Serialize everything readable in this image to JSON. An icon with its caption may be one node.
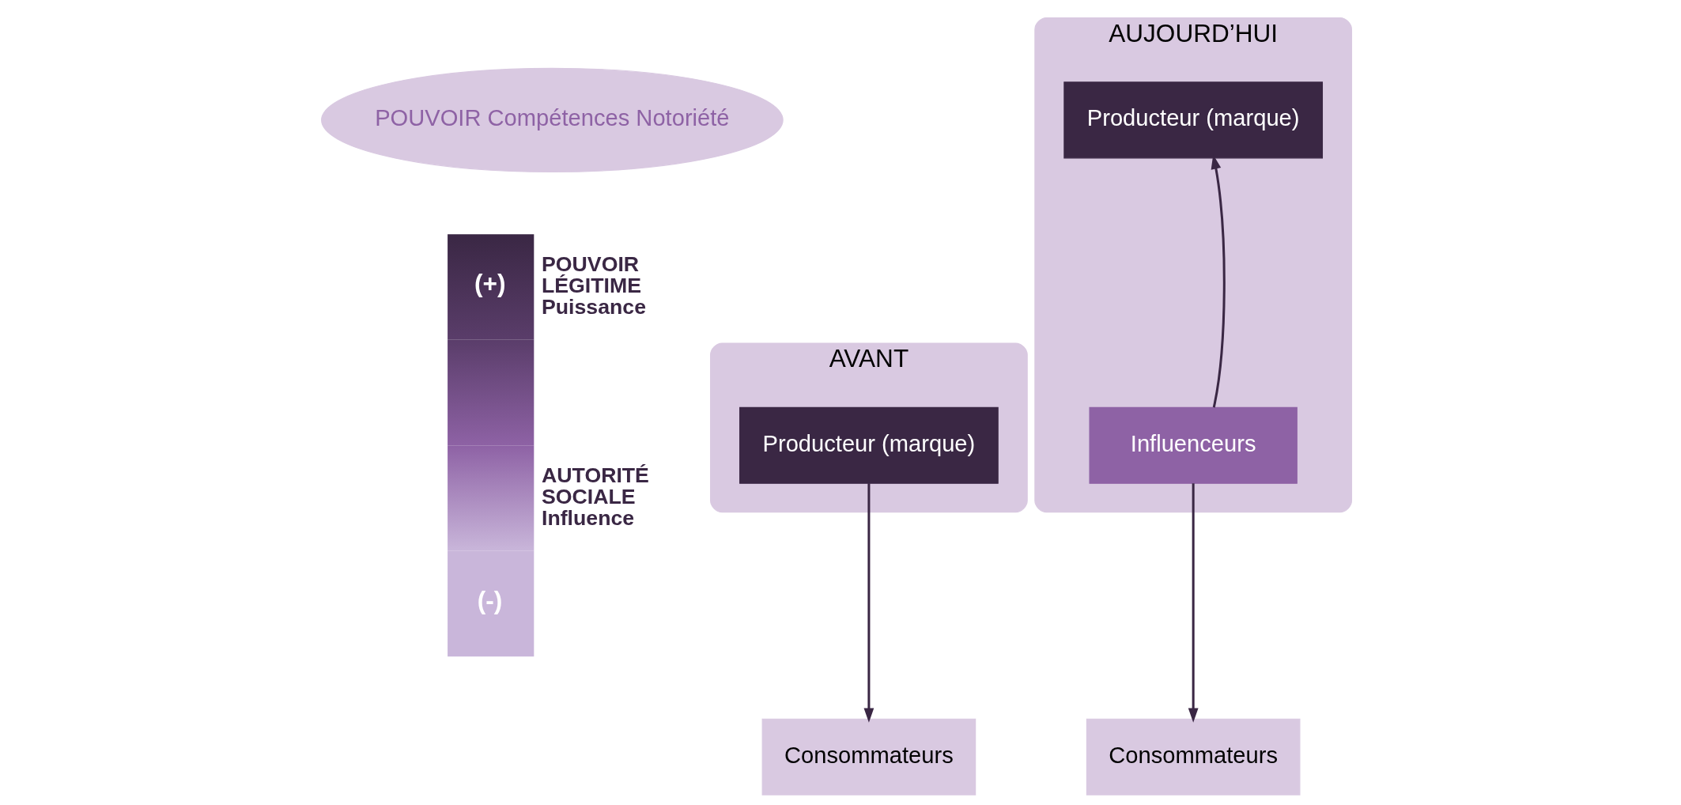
{
  "diagram": {
    "nodes": [
      {
        "text": [
          "POUVOIR Compétences Notoriété"
        ]
      },
      {
        "text": [
          "(+)",
          "(-)"
        ],
        "beside": [
          "POUVOIR LÉGITIME Puissance",
          "AUTORITÉ SOCIALE Influence"
        ]
      },
      {
        "text": [
          "AVANT"
        ]
      },
      {
        "text": [
          "Producteur (marque)"
        ],
        "in": 2
      },
      {
        "text": [
          "Consommateurs"
        ]
      },
      {
        "text": [
          "AUJOURD’HUI"
        ]
      },
      {
        "text": [
          "Producteur (marque)"
        ],
        "in": 5
      },
      {
        "text": [
          "Influenceurs"
        ],
        "in": 5
      },
      {
        "text": [
          "Consommateurs"
        ]
      }
    ],
    "edges": [
      {
        "from": 3,
        "to": 4,
        "arrow": "to"
      },
      {
        "from": 7,
        "to": 6,
        "arrow": "to"
      },
      {
        "from": 7,
        "to": 8,
        "arrow": "to"
      }
    ]
  }
}
